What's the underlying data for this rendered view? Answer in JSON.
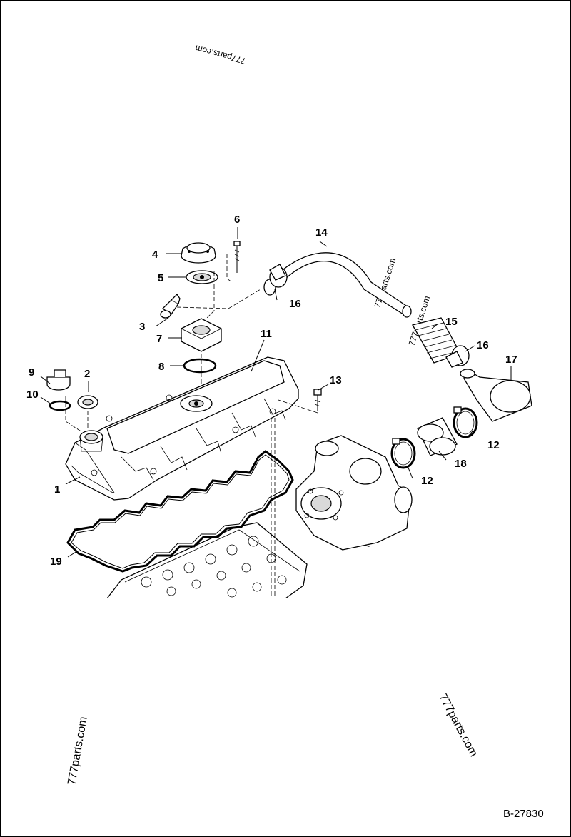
{
  "drawing_number": "B-27830",
  "watermark_text": "777parts.com",
  "callouts": {
    "c1": "1",
    "c2": "2",
    "c3": "3",
    "c4": "4",
    "c5": "5",
    "c6": "6",
    "c7": "7",
    "c8": "8",
    "c9": "9",
    "c10": "10",
    "c11": "11",
    "c12a": "12",
    "c12b": "12",
    "c13": "13",
    "c14": "14",
    "c15": "15",
    "c16a": "16",
    "c16b": "16",
    "c17": "17",
    "c18": "18",
    "c19": "19"
  }
}
